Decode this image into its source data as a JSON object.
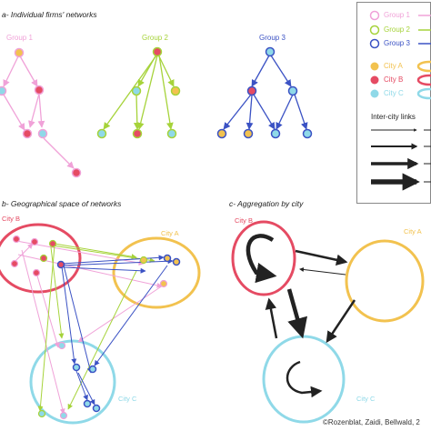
{
  "panels": {
    "a_title": "a- Individual firms' networks",
    "b_title": "b- Geographical space of networks",
    "c_title": "c- Aggregation by city"
  },
  "groups": [
    {
      "label": "Group 1",
      "color": "#f0a2d8"
    },
    {
      "label": "Group 2",
      "color": "#a6d33a"
    },
    {
      "label": "Group 3",
      "color": "#3b52c4"
    }
  ],
  "cities": [
    {
      "label": "City A",
      "color": "#f2c24f"
    },
    {
      "label": "City B",
      "color": "#e54b63"
    },
    {
      "label": "City C",
      "color": "#8fd9e8"
    }
  ],
  "legend": {
    "group_items": [
      "Group 1",
      "Group 2",
      "Group 3"
    ],
    "city_items": [
      "City A",
      "City B",
      "City C"
    ],
    "links_title": "Inter-city links"
  },
  "map_labels": {
    "b_city_b": "City B",
    "b_city_a": "City A",
    "b_city_c": "City C",
    "c_city_b": "City B",
    "c_city_a": "City A",
    "c_city_c": "City C"
  },
  "credit": "©Rozenblat, Zaidi, Bellwald, 2"
}
